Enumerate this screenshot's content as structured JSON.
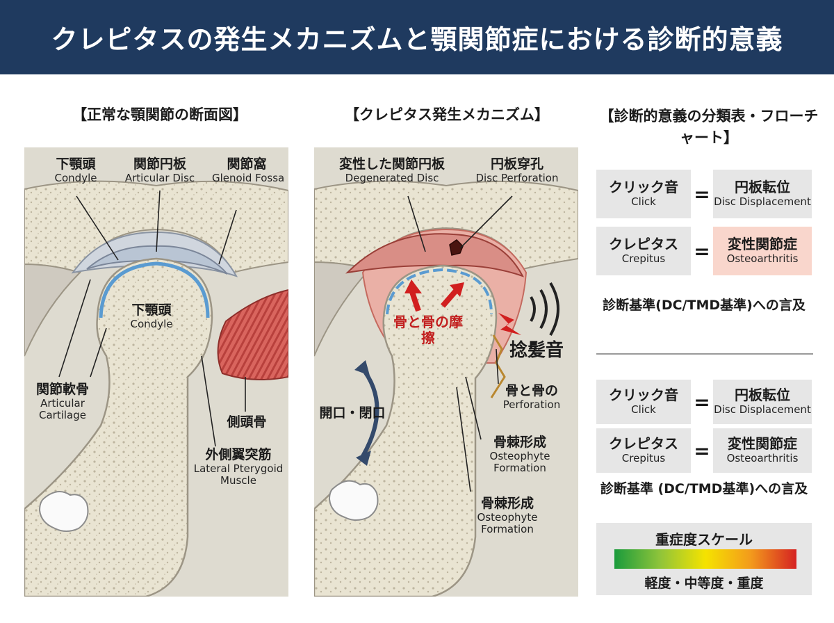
{
  "header": {
    "title": "クレピタスの発生メカニズムと顎関節症における診断的意義"
  },
  "left_panel": {
    "title": "【正常な顎関節の断面図】",
    "labels": {
      "condyle_top": {
        "jp": "下顎頭",
        "en": "Condyle"
      },
      "disc": {
        "jp": "関節円板",
        "en": "Articular Disc"
      },
      "fossa": {
        "jp": "関節窩",
        "en": "Glenoid Fossa"
      },
      "condyle_center": {
        "jp": "下顎頭",
        "en": "Condyle"
      },
      "cartilage": {
        "jp": "関節軟骨",
        "en": "Articular Cartilage"
      },
      "temporal": {
        "jp": "側頭骨"
      },
      "muscle": {
        "jp": "外側翼突筋",
        "en": "Lateral Pterygoid Muscle"
      }
    }
  },
  "mid_panel": {
    "title": "【クレピタス発生メカニズム】",
    "labels": {
      "degen_disc": {
        "jp": "変性した関節円板",
        "en": "Degenerated Disc"
      },
      "perforation": {
        "jp": "円板穿孔",
        "en": "Disc Perforation"
      },
      "friction": {
        "jp": "骨と骨の摩擦"
      },
      "crepitus_sound": {
        "jp": "捻髪音"
      },
      "open_close": {
        "jp": "開口・閉口"
      },
      "bone_on_bone": {
        "jp": "骨と骨の",
        "en": "Perforation"
      },
      "osteophyte1": {
        "jp": "骨棘形成",
        "en": "Osteophyte Formation"
      },
      "osteophyte2": {
        "jp": "骨棘形成",
        "en": "Osteophyte Formation"
      }
    }
  },
  "right_panel": {
    "title": "【診断的意義の分類表・フローチャート】",
    "table1": [
      {
        "left_jp": "クリック音",
        "left_en": "Click",
        "right_jp": "円板転位",
        "right_en": "Disc Displacement"
      },
      {
        "left_jp": "クレピタス",
        "left_en": "Crepitus",
        "right_jp": "変性関節症",
        "right_en": "Osteoarthritis"
      }
    ],
    "note1": "診断基準(DC/TMD基準)への言及",
    "table2": [
      {
        "left_jp": "クリック音",
        "left_en": "Click",
        "right_jp": "円板転位",
        "right_en": "Disc Displacement"
      },
      {
        "left_jp": "クレピタス",
        "left_en": "Crepitus",
        "right_jp": "変性関節症",
        "right_en": "Osteoarthritis"
      }
    ],
    "note2": "診断基準 (DC/TMD基準)への言及",
    "severity": {
      "title": "重症度スケール",
      "levels": "軽度・中等度・重度",
      "colors": [
        "#1a9b3c",
        "#8fc43a",
        "#f5e300",
        "#f39a1c",
        "#d52222"
      ]
    },
    "equals": "="
  }
}
